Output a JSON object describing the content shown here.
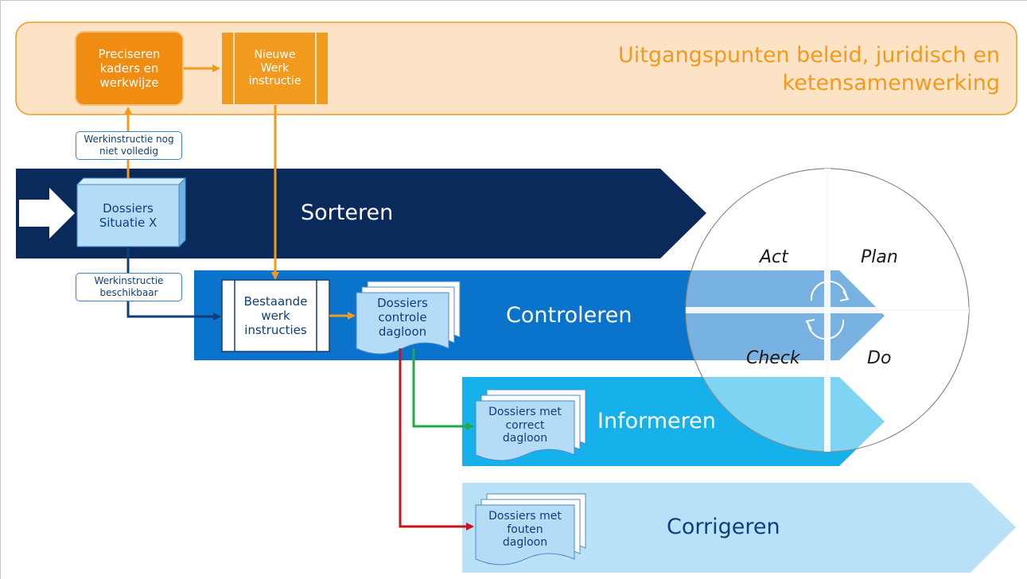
{
  "banner": {
    "title": "Uitgangspunten beleid, juridisch en\nketensamenwerking",
    "fill": "#fde3c6",
    "accent": "#f29a1e"
  },
  "steps": {
    "preciseren": "Preciseren\nkaders en\nwerkwijze",
    "nieuwe_werkinstructie": "Nieuwe\nWerk\ninstructie",
    "dossiers_situatie": "Dossiers\nSituatie X",
    "bestaande_werkinstructies": "Bestaande\nwerk\ninstructies",
    "dossiers_controle": "Dossiers\ncontrole\ndagloon",
    "dossiers_correct": "Dossiers met\ncorrect\ndagloon",
    "dossiers_fouten": "Dossiers met\nfouten\ndagloon"
  },
  "conditions": {
    "niet_volledig": "Werkinstructie nog\nniet volledig",
    "beschikbaar": "Werkinstructie\nbeschikbaar"
  },
  "lanes": {
    "sorteren": "Sorteren",
    "controleren": "Controleren",
    "informeren": "Informeren",
    "corrigeren": "Corrigeren"
  },
  "pdca": {
    "act": "Act",
    "plan": "Plan",
    "check": "Check",
    "do": "Do"
  },
  "colors": {
    "sorteren": "#0b2a5c",
    "controleren": "#0a74cc",
    "informeren": "#16b0ea",
    "corrigeren": "#b9e2f8",
    "orange": "#f29a1e",
    "green": "#21a84a",
    "red": "#c0161c",
    "navy_line": "#0f3f7a"
  }
}
